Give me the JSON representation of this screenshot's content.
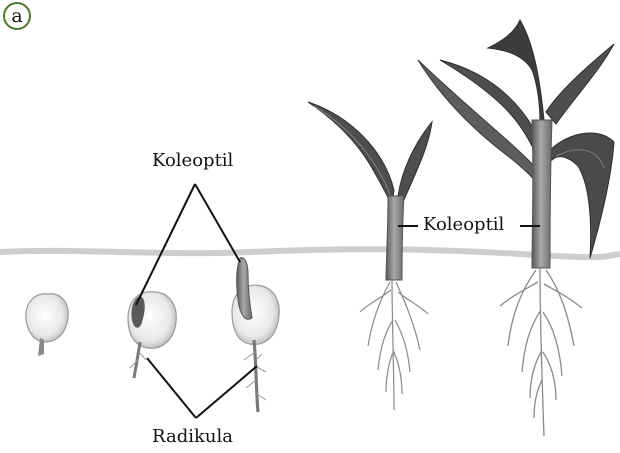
{
  "panel_label": "a",
  "labels": {
    "coleoptile_top": "Koleoptil",
    "coleoptile_mid": "Koleoptil",
    "radicle": "Radikula"
  },
  "stages": [
    {
      "name": "seed"
    },
    {
      "name": "germinating-seed-early"
    },
    {
      "name": "germinating-seed-late"
    },
    {
      "name": "young-seedling"
    },
    {
      "name": "older-seedling"
    }
  ],
  "colors": {
    "ink": "#111111",
    "leaf": "#4e4e4e",
    "leaf_dark": "#2f2f2f",
    "stem": "#8a8a8a",
    "seed": "#eeeeee",
    "soil_line": "#c9c9c9",
    "badge_ring": "#4a7a2a"
  }
}
